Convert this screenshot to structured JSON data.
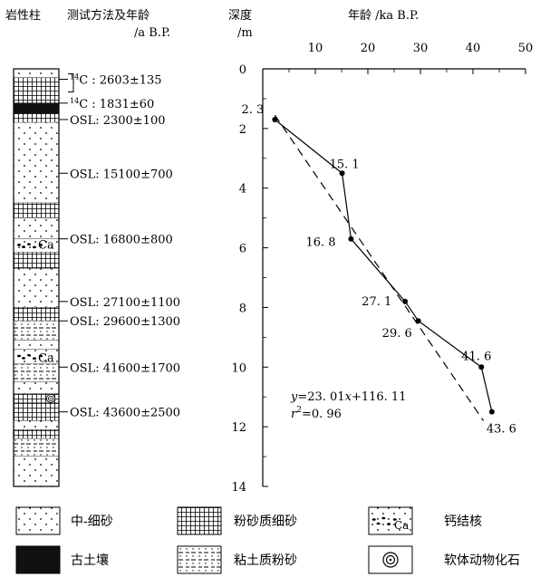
{
  "headers": {
    "lithology": "岩性柱",
    "method_line1": "测试方法及年龄",
    "method_line2": "/a B.P.",
    "depth_line1": "深度",
    "depth_line2": "/m",
    "age": "年龄  /ka B.P."
  },
  "column": {
    "top_depth_m": 0,
    "bottom_depth_m": 14,
    "layers": [
      {
        "from": 0.0,
        "to": 0.3,
        "type": "sand"
      },
      {
        "from": 0.3,
        "to": 1.15,
        "type": "silt"
      },
      {
        "from": 1.15,
        "to": 1.5,
        "type": "paleosol"
      },
      {
        "from": 1.5,
        "to": 1.8,
        "type": "silt"
      },
      {
        "from": 1.8,
        "to": 4.5,
        "type": "sand"
      },
      {
        "from": 4.5,
        "to": 5.0,
        "type": "silt"
      },
      {
        "from": 5.0,
        "to": 5.7,
        "type": "sand"
      },
      {
        "from": 5.7,
        "to": 6.15,
        "type": "calcareous"
      },
      {
        "from": 6.15,
        "to": 6.7,
        "type": "silt"
      },
      {
        "from": 6.7,
        "to": 8.0,
        "type": "sand"
      },
      {
        "from": 8.0,
        "to": 8.45,
        "type": "silt"
      },
      {
        "from": 8.45,
        "to": 9.1,
        "type": "clay"
      },
      {
        "from": 9.1,
        "to": 9.4,
        "type": "sand"
      },
      {
        "from": 9.4,
        "to": 9.9,
        "type": "calcareous"
      },
      {
        "from": 9.9,
        "to": 10.5,
        "type": "clay"
      },
      {
        "from": 10.5,
        "to": 10.9,
        "type": "sand"
      },
      {
        "from": 10.9,
        "to": 11.2,
        "type": "mollusc"
      },
      {
        "from": 11.2,
        "to": 11.8,
        "type": "silt"
      },
      {
        "from": 11.8,
        "to": 12.1,
        "type": "sand"
      },
      {
        "from": 12.1,
        "to": 12.4,
        "type": "silt"
      },
      {
        "from": 12.4,
        "to": 13.0,
        "type": "clay"
      },
      {
        "from": 13.0,
        "to": 14.0,
        "type": "sand"
      }
    ],
    "ca_labels": [
      {
        "depth": 5.9,
        "text": "Ca"
      },
      {
        "depth": 9.7,
        "text": "Ca"
      }
    ]
  },
  "dating_labels": [
    {
      "depth": 0.35,
      "prefix": "14",
      "text": "C : 2603±135"
    },
    {
      "depth": 1.15,
      "prefix": "14",
      "text": "C : 1831±60"
    },
    {
      "depth": 1.7,
      "prefix": "",
      "text": "OSL: 2300±100"
    },
    {
      "depth": 3.5,
      "prefix": "",
      "text": "OSL: 15100±700"
    },
    {
      "depth": 5.7,
      "prefix": "",
      "text": "OSL: 16800±800"
    },
    {
      "depth": 7.8,
      "prefix": "",
      "text": "OSL: 27100±1100"
    },
    {
      "depth": 8.45,
      "prefix": "",
      "text": "OSL: 29600±1300"
    },
    {
      "depth": 10.0,
      "prefix": "",
      "text": "OSL: 41600±1700"
    },
    {
      "depth": 11.5,
      "prefix": "",
      "text": "OSL: 43600±2500"
    }
  ],
  "chart_data": {
    "type": "scatter",
    "x_axis": {
      "min": 0,
      "max": 50,
      "ticks": [
        10,
        20,
        30,
        40,
        50
      ],
      "position": "top"
    },
    "y_axis": {
      "min": 0,
      "max": 14,
      "ticks": [
        0,
        2,
        4,
        6,
        8,
        10,
        12,
        14
      ],
      "inverted": true
    },
    "points": [
      {
        "depth": 1.7,
        "age": 2.3,
        "label": "2. 3"
      },
      {
        "depth": 3.5,
        "age": 15.1,
        "label": "15. 1"
      },
      {
        "depth": 5.7,
        "age": 16.8,
        "label": "16. 8"
      },
      {
        "depth": 7.8,
        "age": 27.1,
        "label": "27. 1"
      },
      {
        "depth": 8.45,
        "age": 29.6,
        "label": "29. 6"
      },
      {
        "depth": 10.0,
        "age": 41.6,
        "label": "41. 6"
      },
      {
        "depth": 11.5,
        "age": 43.6,
        "label": "43. 6"
      }
    ],
    "regression": {
      "slope": 23.01,
      "intercept": 116.11,
      "r2": 0.96,
      "line": [
        {
          "age": 2.3,
          "depth": 1.55
        },
        {
          "age": 42.0,
          "depth": 11.8
        }
      ]
    },
    "equation_text": {
      "y": "y",
      "eq": "=23. 01",
      "x": "x",
      "rest": "+116. 11",
      "r": "r",
      "sup": "2",
      "r_rest": "=0. 96"
    }
  },
  "legend": [
    {
      "type": "sand",
      "label": "中-细砂"
    },
    {
      "type": "silt",
      "label": "粉砂质细砂"
    },
    {
      "type": "calcareous",
      "label": "钙结核"
    },
    {
      "type": "paleosol",
      "label": "古土壤"
    },
    {
      "type": "clay",
      "label": "粘土质粉砂"
    },
    {
      "type": "mollusc",
      "label": "软体动物化石"
    }
  ]
}
